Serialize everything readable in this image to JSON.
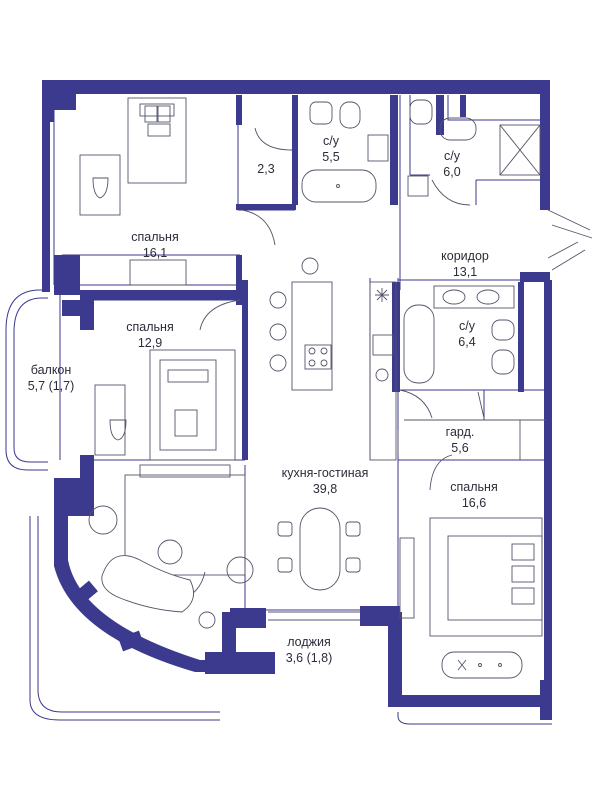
{
  "colors": {
    "wall": "#3b3a8f",
    "line": "#55546a",
    "text": "#2c2c3a",
    "background": "#ffffff"
  },
  "rooms": {
    "bedroom_top": {
      "name": "спальня",
      "area": "16,1"
    },
    "bedroom_mid": {
      "name": "спальня",
      "area": "12,9"
    },
    "bedroom_right": {
      "name": "спальня",
      "area": "16,6"
    },
    "balcony": {
      "name": "балкон",
      "area": "5,7 (1,7)"
    },
    "storage": {
      "name": "",
      "area": "2,3"
    },
    "bath_1": {
      "name": "с/у",
      "area": "5,5"
    },
    "bath_2": {
      "name": "с/у",
      "area": "6,0"
    },
    "bath_3": {
      "name": "с/у",
      "area": "6,4"
    },
    "corridor": {
      "name": "коридор",
      "area": "13,1"
    },
    "wardrobe": {
      "name": "гард.",
      "area": "5,6"
    },
    "kitchen_living": {
      "name": "кухня-гостиная",
      "area": "39,8"
    },
    "loggia": {
      "name": "лоджия",
      "area": "3,6 (1,8)"
    }
  }
}
